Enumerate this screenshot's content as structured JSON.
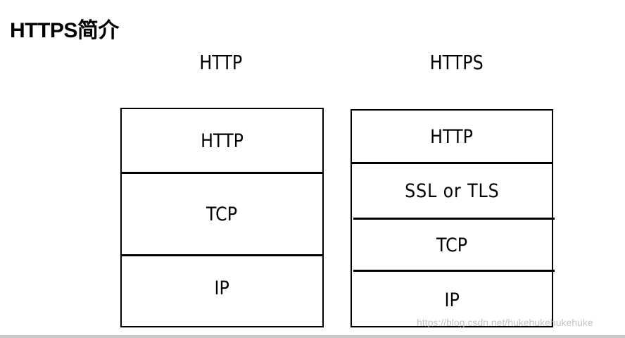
{
  "title": "HTTPS简介",
  "columns": [
    {
      "heading": "HTTP",
      "layers": [
        "HTTP",
        "TCP",
        "IP"
      ]
    },
    {
      "heading": "HTTPS",
      "layers": [
        "HTTP",
        "SSL or TLS",
        "TCP",
        "IP"
      ]
    }
  ],
  "watermark": "https://blog.csdn.net/hukehukehukehuke"
}
